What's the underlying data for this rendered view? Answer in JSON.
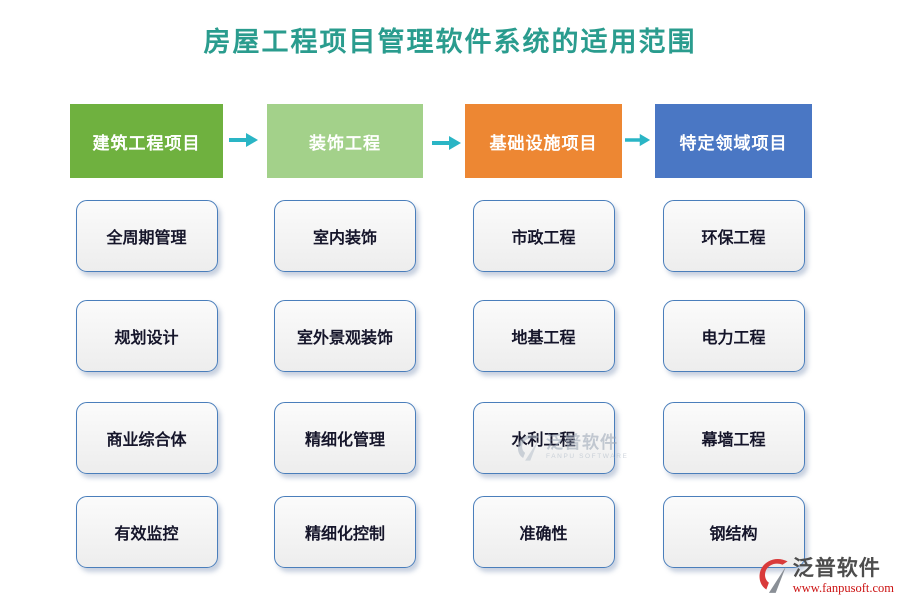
{
  "title": "房屋工程项目管理软件系统的适用范围",
  "title_color": "#2a9c8e",
  "arrow_color": "#2ab5c5",
  "box_border_color": "#4a7ebb",
  "columns": [
    {
      "header": "建筑工程项目",
      "color": "#6fb13f",
      "items": [
        "全周期管理",
        "规划设计",
        "商业综合体",
        "有效监控"
      ]
    },
    {
      "header": "装饰工程",
      "color": "#a3d18a",
      "items": [
        "室内装饰",
        "室外景观装饰",
        "精细化管理",
        "精细化控制"
      ]
    },
    {
      "header": "基础设施项目",
      "color": "#ed8733",
      "items": [
        "市政工程",
        "地基工程",
        "水利工程",
        "准确性"
      ]
    },
    {
      "header": "特定领域项目",
      "color": "#4a77c4",
      "items": [
        "环保工程",
        "电力工程",
        "幕墙工程",
        "钢结构"
      ]
    }
  ],
  "watermark_center": {
    "name": "泛普软件",
    "subtitle": "FANPU SOFTWARE"
  },
  "footer_logo": {
    "name": "泛普软件",
    "url": "www.fanpusoft.com"
  }
}
